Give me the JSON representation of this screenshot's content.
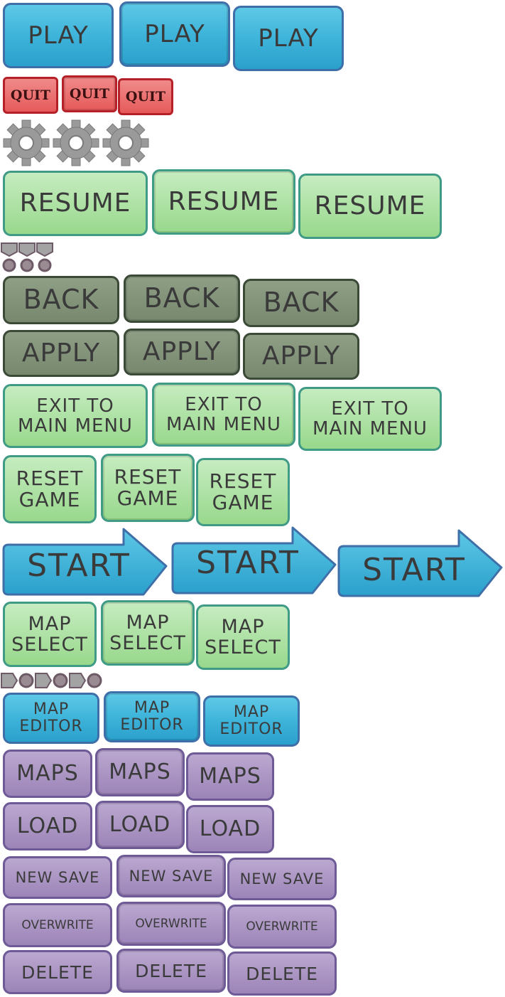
{
  "colors": {
    "blue": "#3eb4da",
    "red": "#e65a5a",
    "green": "#98d88c",
    "dark_green": "#77886e",
    "purple": "#9c84b8",
    "gear": "#9a9a9a",
    "mini_token": "#6e5a66"
  },
  "icons": [
    "gear-icon",
    "shield-token-icon",
    "circle-token-icon",
    "pentagon-token-icon"
  ],
  "buttons": {
    "play": "PLAY",
    "quit": "QUIT",
    "resume": "RESUME",
    "back": "BACK",
    "apply": "APPLY",
    "exit_line1": "EXIT TO",
    "exit_line2": "MAIN MENU",
    "reset_line1": "RESET",
    "reset_line2": "GAME",
    "start": "START",
    "map_select_line1": "MAP",
    "map_select_line2": "SELECT",
    "map_editor_line1": "MAP",
    "map_editor_line2": "EDITOR",
    "maps": "MAPS",
    "load": "LOAD",
    "new_save": "NEW SAVE",
    "overwrite": "OVERWRITE",
    "delete": "DELETE"
  }
}
